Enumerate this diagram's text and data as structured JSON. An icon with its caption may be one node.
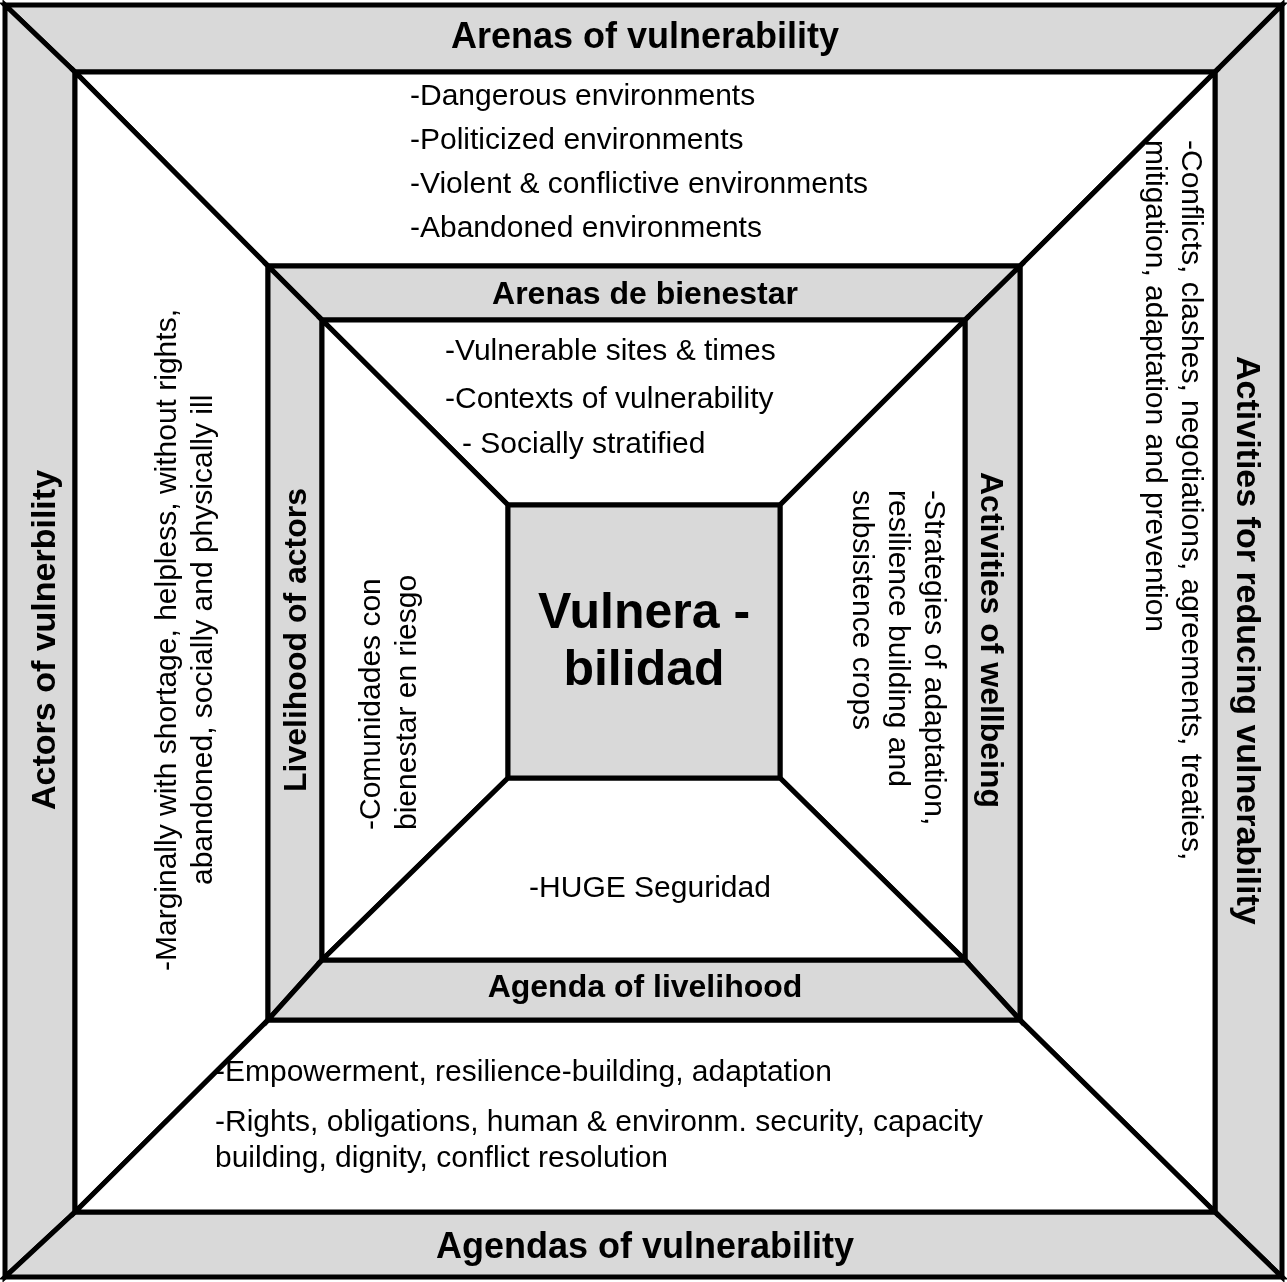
{
  "diagram": {
    "nodes": [
      {
        "text": [
          "Arenas of vulnerability"
        ]
      },
      {
        "text": [
          "Actors of vulnerbility"
        ]
      },
      {
        "text": [
          "Activities for reducing vulnerability"
        ]
      },
      {
        "text": [
          "Agendas of vulnerability"
        ]
      },
      {
        "text": [
          "-Dangerous environments",
          "-Politicized environments",
          "-Violent & conflictive environments",
          "-Abandoned environments"
        ]
      },
      {
        "text": [
          "-Marginally with shortage, helpless, without rights, abandoned, socially and physically ill"
        ]
      },
      {
        "text": [
          "-Conflicts, clashes, negotiations, agreements, treaties, mitigation, adaptation and prevention"
        ]
      },
      {
        "text": [
          "-Empowerment, resilience-building, adaptation",
          "-Rights, obligations, human & environm. security, capacity building, dignity, conflict resolution"
        ]
      },
      {
        "text": [
          "Arenas de bienestar"
        ]
      },
      {
        "text": [
          "Livelihood of actors"
        ]
      },
      {
        "text": [
          "Activities of wellbeing"
        ]
      },
      {
        "text": [
          "Agenda of livelihood"
        ]
      },
      {
        "text": [
          "-Vulnerable sites & times",
          "-Contexts of vulnerability",
          "- Socially stratified"
        ]
      },
      {
        "text": [
          "-Comunidades con bienestar en riesgo"
        ]
      },
      {
        "text": [
          "-Strategies of adaptation, resilience building and subsistence crops"
        ]
      },
      {
        "text": [
          "-HUGE Seguridad"
        ]
      },
      {
        "text": [
          "Vulnera -bilidad"
        ]
      }
    ]
  }
}
